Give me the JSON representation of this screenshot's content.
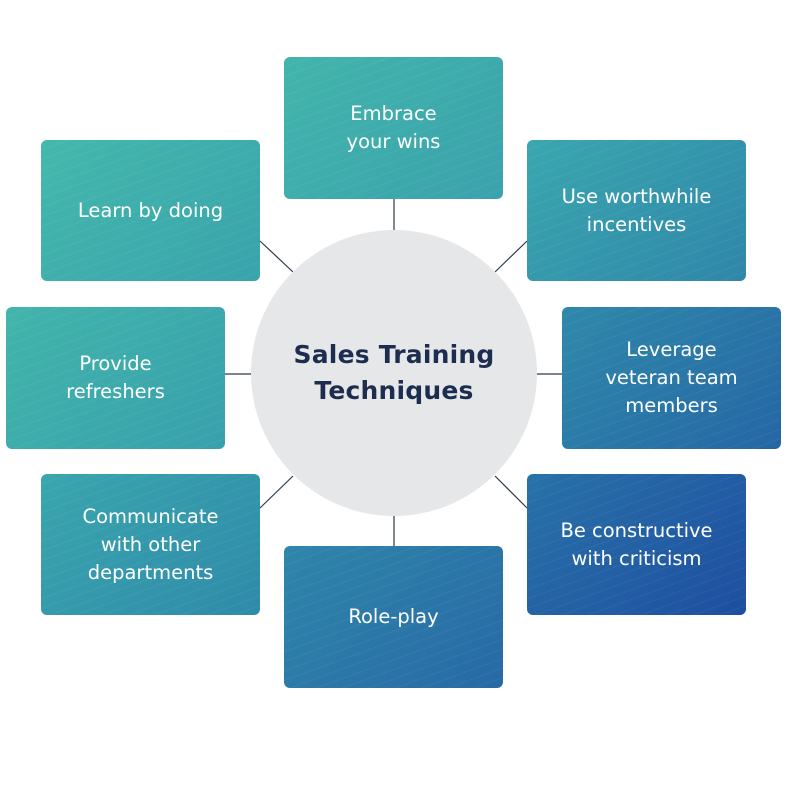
{
  "diagram": {
    "center": {
      "title_line1": "Sales Training",
      "title_line2": "Techniques"
    },
    "nodes": [
      {
        "id": "top",
        "line1": "Embrace",
        "line2": "your wins",
        "line3": ""
      },
      {
        "id": "top-left",
        "line1": "Learn by doing",
        "line2": "",
        "line3": ""
      },
      {
        "id": "top-right",
        "line1": "Use worthwhile",
        "line2": "incentives",
        "line3": ""
      },
      {
        "id": "left",
        "line1": "Provide",
        "line2": "refreshers",
        "line3": ""
      },
      {
        "id": "right",
        "line1": "Leverage",
        "line2": "veteran team",
        "line3": "members"
      },
      {
        "id": "bottom-left",
        "line1": "Communicate",
        "line2": "with other",
        "line3": "departments"
      },
      {
        "id": "bottom-right",
        "line1": "Be constructive",
        "line2": "with criticism",
        "line3": ""
      },
      {
        "id": "bottom",
        "line1": "Role-play",
        "line2": "",
        "line3": ""
      }
    ],
    "colors": {
      "hub_fill": "#e6e7e8",
      "hub_text": "#1c2d4f",
      "teal": "#43b5ab",
      "blue": "#1e4ea0",
      "connector": "#2b3a4a"
    }
  }
}
